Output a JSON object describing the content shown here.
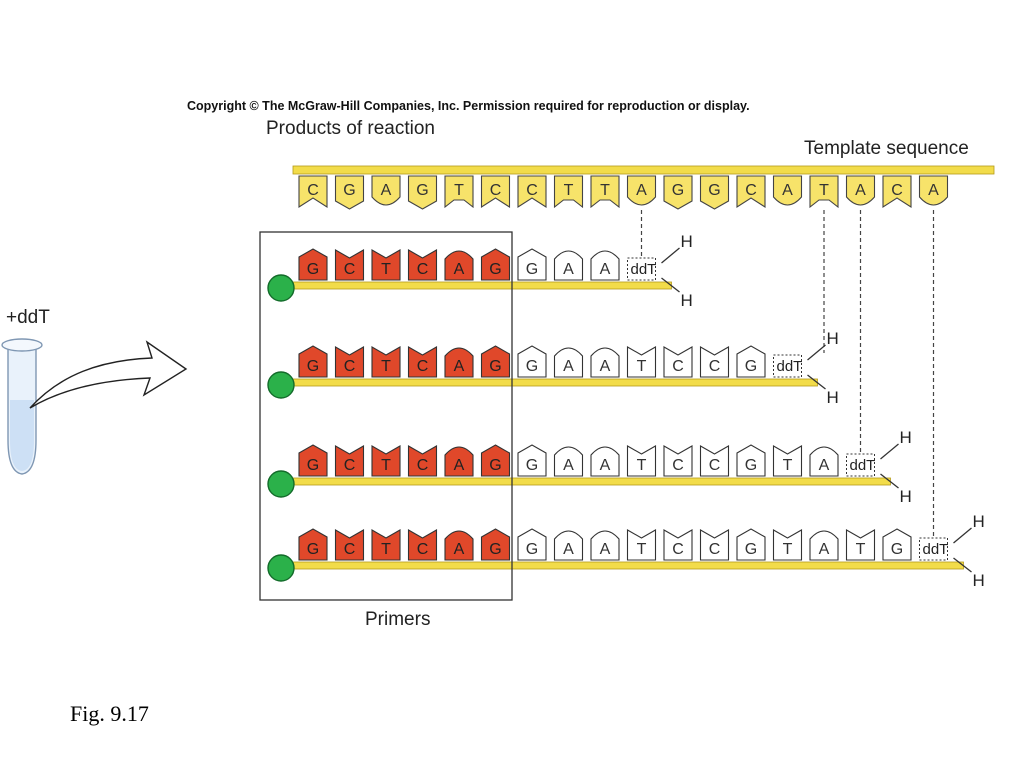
{
  "copyright": "Copyright © The McGraw-Hill Companies, Inc. Permission required for reproduction or display.",
  "products_label": "Products of reaction",
  "template_label": "Template sequence",
  "tube_label": "+ddT",
  "primers_label": "Primers",
  "figure_caption": "Fig. 9.17",
  "template_sequence": [
    "C",
    "G",
    "A",
    "G",
    "T",
    "C",
    "C",
    "T",
    "T",
    "A",
    "G",
    "G",
    "C",
    "A",
    "T",
    "A",
    "C",
    "A"
  ],
  "primer_sequence": [
    "G",
    "C",
    "T",
    "C",
    "A",
    "G"
  ],
  "terminator_label": "ddT",
  "hydrogen_label": "H",
  "products": [
    {
      "extension": [
        "G",
        "A",
        "A"
      ]
    },
    {
      "extension": [
        "G",
        "A",
        "A",
        "T",
        "C",
        "C",
        "G"
      ]
    },
    {
      "extension": [
        "G",
        "A",
        "A",
        "T",
        "C",
        "C",
        "G",
        "T",
        "A"
      ]
    },
    {
      "extension": [
        "G",
        "A",
        "A",
        "T",
        "C",
        "C",
        "G",
        "T",
        "A",
        "T",
        "G"
      ]
    }
  ],
  "colors": {
    "primer_fill": "#e0482a",
    "template_fill": "#f7e36a",
    "backbone": "#f2dc4a",
    "bead": "#2bb14a"
  }
}
